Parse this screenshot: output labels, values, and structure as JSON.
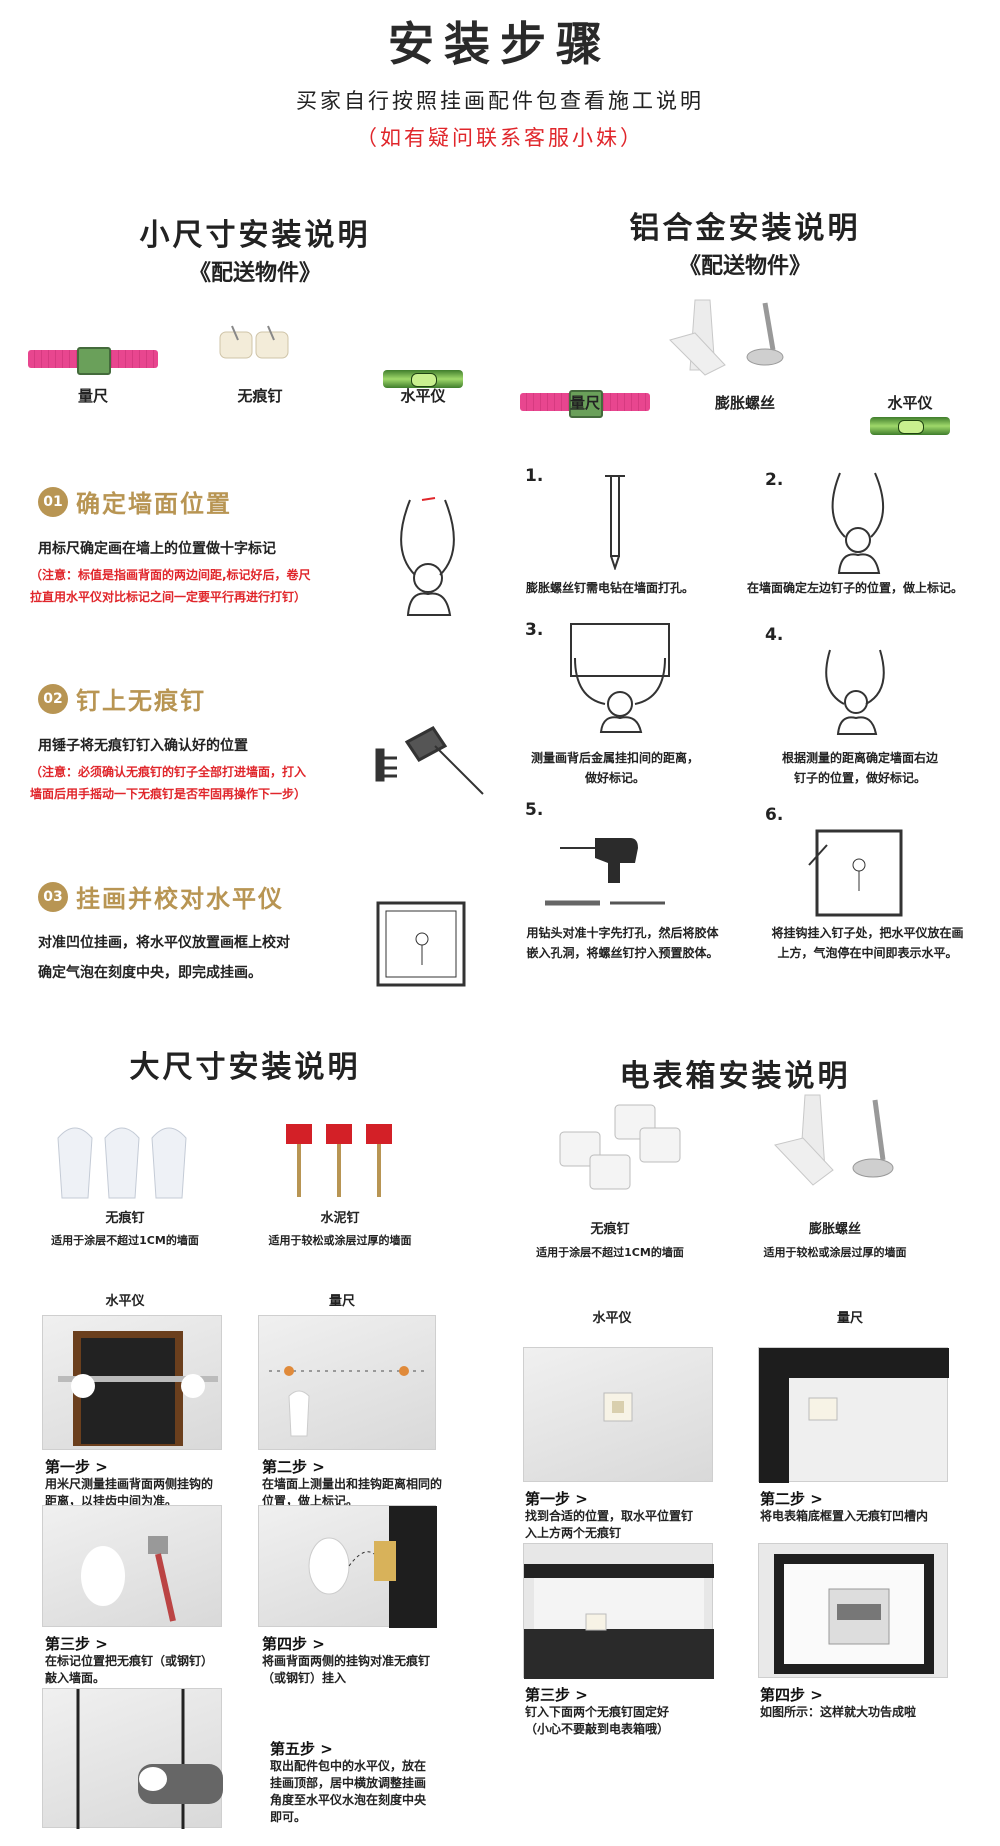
{
  "header": {
    "title": "安装步骤",
    "subtitle": "买家自行按照挂画配件包查看施工说明",
    "note": "（如有疑问联系客服小妹）"
  },
  "small": {
    "title": "小尺寸安装说明",
    "items_title": "《配送物件》",
    "items": [
      "量尺",
      "无痕钉",
      "水平仪"
    ],
    "steps": [
      {
        "num": "01",
        "title": "确定墙面位置",
        "text": "用标尺确定画在墙上的位置做十字标记",
        "warn1": "（注意：标值是指画背面的两边间距,标记好后，卷尺",
        "warn2": "拉直用水平仪对比标记之间一定要平行再进行打钉）"
      },
      {
        "num": "02",
        "title": "钉上无痕钉",
        "text": "用锤子将无痕钉钉入确认好的位置",
        "warn1": "（注意：必须确认无痕钉的钉子全部打进墙面，打入",
        "warn2": "墙面后用手摇动一下无痕钉是否牢固再操作下一步）"
      },
      {
        "num": "03",
        "title": "挂画并校对水平仪",
        "text1": "对准凹位挂画，将水平仪放置画框上校对",
        "text2": "确定气泡在刻度中央，即完成挂画。"
      }
    ]
  },
  "alu": {
    "title": "铝合金安装说明",
    "items_title": "《配送物件》",
    "items": [
      "量尺",
      "膨胀螺丝",
      "水平仪"
    ],
    "steps": [
      {
        "n": "1.",
        "t1": "膨胀螺丝钉需电钻在墙面打孔。"
      },
      {
        "n": "2.",
        "t1": "在墙面确定左边钉子的位置，做上标记。"
      },
      {
        "n": "3.",
        "t1": "测量画背后金属挂扣间的距离，",
        "t2": "做好标记。"
      },
      {
        "n": "4.",
        "t1": "根据测量的距离确定墙面右边",
        "t2": "钉子的位置，做好标记。"
      },
      {
        "n": "5.",
        "t1": "用钻头对准十字先打孔，然后将胶体",
        "t2": "嵌入孔洞，将螺丝钉拧入预置胶体。"
      },
      {
        "n": "6.",
        "t1": "将挂钩挂入钉子处，把水平仪放在画",
        "t2": "上方，气泡停在中间即表示水平。"
      }
    ]
  },
  "large": {
    "title": "大尺寸安装说明",
    "items": [
      {
        "name": "无痕钉",
        "desc": "适用于涂层不超过1CM的墙面"
      },
      {
        "name": "水泥钉",
        "desc": "适用于较松或涂层过厚的墙面"
      },
      {
        "name": "水平仪"
      },
      {
        "name": "量尺"
      }
    ],
    "steps": [
      {
        "h": "第一步 >",
        "t1": "用米尺测量挂画背面两侧挂钩的",
        "t2": "距离，以挂齿中间为准。"
      },
      {
        "h": "第二步 >",
        "t1": "在墙面上测量出和挂钩距离相同的",
        "t2": "位置，做上标记。"
      },
      {
        "h": "第三步 >",
        "t1": "在标记位置把无痕钉（或钢钉）",
        "t2": "敲入墙面。"
      },
      {
        "h": "第四步 >",
        "t1": "将画背面两侧的挂钩对准无痕钉",
        "t2": "（或钢钉）挂入"
      },
      {
        "h": "第五步 >",
        "t1": "取出配件包中的水平仪，放在",
        "t2": "挂画顶部，居中横放调整挂画",
        "t3": "角度至水平仪水泡在刻度中央",
        "t4": "即可。"
      }
    ]
  },
  "box": {
    "title": "电表箱安装说明",
    "items": [
      {
        "name": "无痕钉",
        "desc": "适用于涂层不超过1CM的墙面"
      },
      {
        "name": "膨胀螺丝",
        "desc": "适用于较松或涂层过厚的墙面"
      },
      {
        "name": "水平仪"
      },
      {
        "name": "量尺"
      }
    ],
    "steps": [
      {
        "h": "第一步 >",
        "t1": "找到合适的位置，取水平位置钉",
        "t2": "入上方两个无痕钉"
      },
      {
        "h": "第二步 >",
        "t1": "将电表箱底框置入无痕钉凹槽内"
      },
      {
        "h": "第三步 >",
        "t1": "钉入下面两个无痕钉固定好",
        "t2": "（小心不要敲到电表箱哦）"
      },
      {
        "h": "第四步 >",
        "t1": "如图所示：这样就大功告成啦"
      }
    ]
  }
}
